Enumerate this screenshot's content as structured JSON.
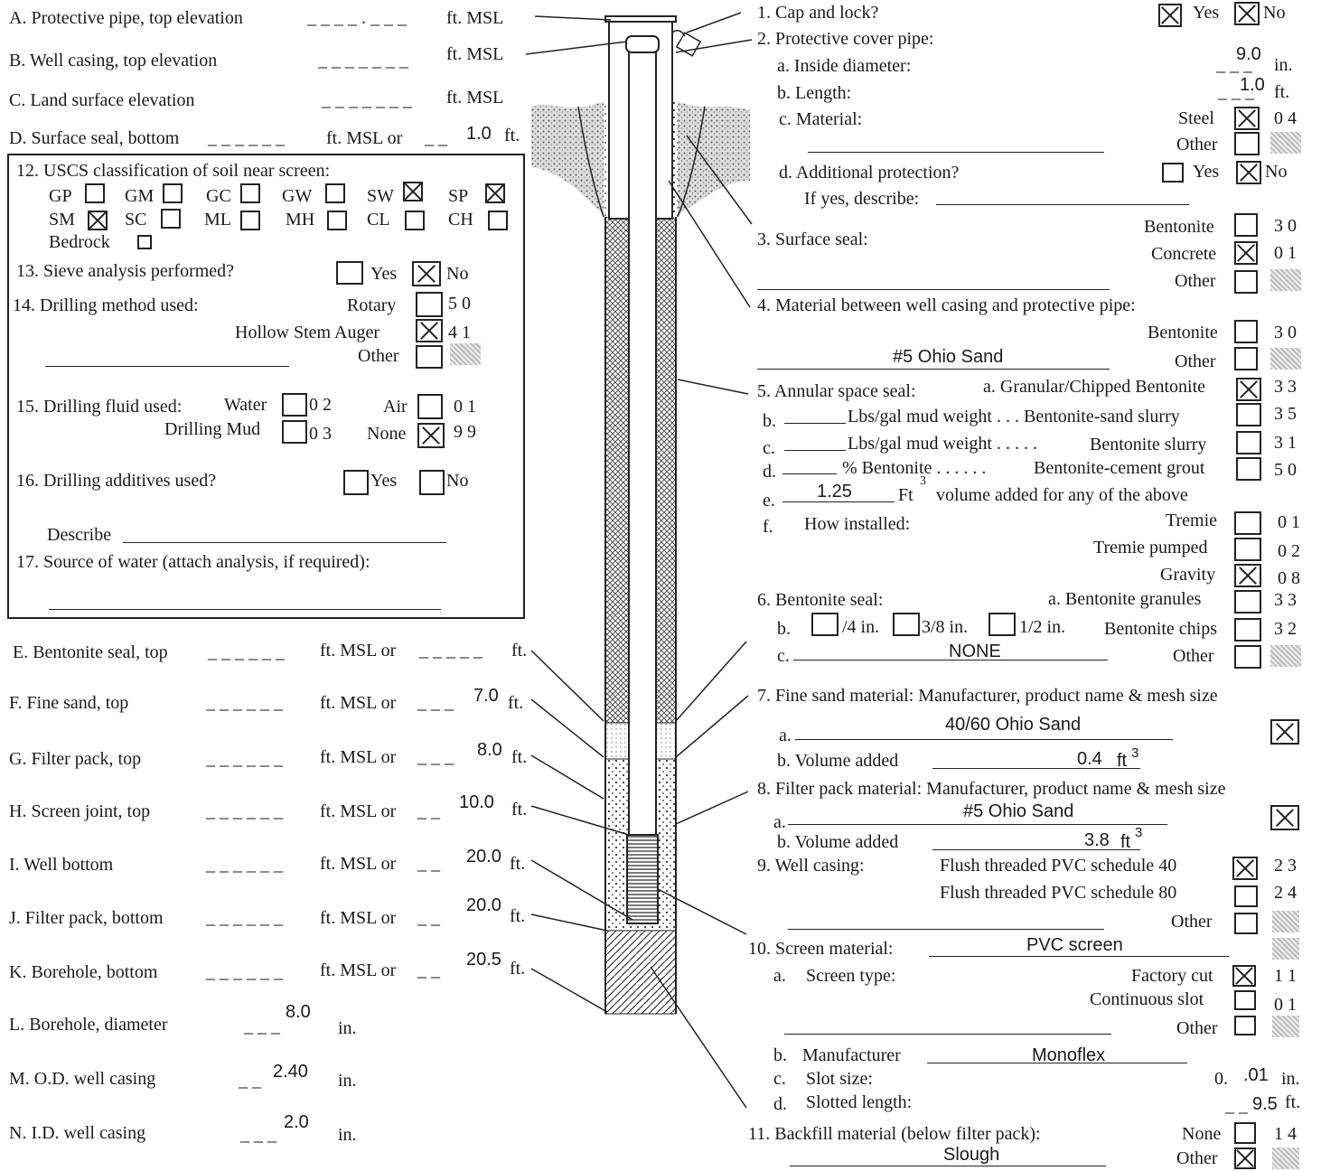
{
  "left": {
    "A": {
      "label": "A. Protective pipe, top elevation",
      "unit": "ft. MSL"
    },
    "B": {
      "label": "B. Well casing, top elevation",
      "unit": "ft. MSL"
    },
    "C": {
      "label": "C. Land surface elevation",
      "unit": "ft. MSL"
    },
    "D": {
      "label": "D. Surface seal, bottom",
      "unit": "ft. MSL or",
      "value": "1.0",
      "unit2": "ft."
    },
    "E": {
      "label": "E. Bentonite seal, top",
      "unit": "ft. MSL or",
      "value": "",
      "unit2": "ft."
    },
    "F": {
      "label": "F. Fine sand, top",
      "unit": "ft. MSL or",
      "value": "7.0",
      "unit2": "ft."
    },
    "G": {
      "label": "G. Filter pack, top",
      "unit": "ft. MSL or",
      "value": "8.0",
      "unit2": "ft."
    },
    "H": {
      "label": "H. Screen joint, top",
      "unit": "ft. MSL or",
      "value": "10.0",
      "unit2": "ft."
    },
    "I": {
      "label": "I. Well bottom",
      "unit": "ft. MSL or",
      "value": "20.0",
      "unit2": "ft."
    },
    "J": {
      "label": "J. Filter pack, bottom",
      "unit": "ft. MSL or",
      "value": "20.0",
      "unit2": "ft."
    },
    "K": {
      "label": "K. Borehole, bottom",
      "unit": "ft. MSL or",
      "value": "20.5",
      "unit2": "ft."
    },
    "L": {
      "label": "L. Borehole, diameter",
      "value": "8.0",
      "unit": "in."
    },
    "M": {
      "label": "M. O.D. well casing",
      "value": "2.40",
      "unit": "in."
    },
    "N": {
      "label": "N. I.D. well casing",
      "value": "2.0",
      "unit": "in."
    }
  },
  "box": {
    "q12": {
      "label": "12. USCS classification  of soil near screen:",
      "row1": [
        "GP",
        "GM",
        "GC",
        "GW",
        "SW",
        "SP"
      ],
      "row2": [
        "SM",
        "SC",
        "ML",
        "MH",
        "CL",
        "CH"
      ],
      "bedrock": "Bedrock"
    },
    "q13": {
      "label": "13. Sieve analysis performed?",
      "yes": "Yes",
      "no": "No"
    },
    "q14": {
      "label": "14. Drilling method used:",
      "rotary": "Rotary",
      "rotary_code": "5 0",
      "hsa": "Hollow Stem Auger",
      "hsa_code": "4 1",
      "other": "Other"
    },
    "q15": {
      "label": "15. Drilling fluid used:",
      "water": "Water",
      "water_code": "0 2",
      "air": "Air",
      "air_code": "0 1",
      "mud": "Drilling Mud",
      "mud_code": "0 3",
      "none": "None",
      "none_code": "9 9"
    },
    "q16": {
      "label": "16. Drilling additives used?",
      "yes": "Yes",
      "no": "No",
      "describe": "Describe"
    },
    "q17": {
      "label": "17. Source of water (attach analysis, if required):"
    }
  },
  "right": {
    "q1": {
      "label": "1. Cap and lock?",
      "yes": "Yes",
      "no": "No"
    },
    "q2": {
      "label": "2. Protective cover pipe:",
      "a": "a. Inside diameter:",
      "a_val": "9.0",
      "a_unit": "in.",
      "b": "b. Length:",
      "b_val": "1.0",
      "b_unit": "ft.",
      "c": "c. Material:",
      "steel": "Steel",
      "steel_code": "0 4",
      "other": "Other",
      "d": "d. Additional protection?",
      "d_yes": "Yes",
      "d_no": "No",
      "ifyes": "If yes, describe:"
    },
    "q3": {
      "label": "3. Surface seal:",
      "bentonite": "Bentonite",
      "bentonite_code": "3 0",
      "concrete": "Concrete",
      "concrete_code": "0 1",
      "other": "Other"
    },
    "q4": {
      "label": "4. Material between well casing and protective pipe:",
      "bentonite": "Bentonite",
      "bentonite_code": "3 0",
      "fill": "#5 Ohio Sand",
      "other": "Other"
    },
    "q5": {
      "label": "5. Annular space seal:",
      "a": "a. Granular/Chipped Bentonite",
      "a_code": "3 3",
      "b": "b.",
      "b_text": "Lbs/gal mud weight . . . Bentonite-sand slurry",
      "b_code": "3 5",
      "c": "c.",
      "c_text1": "Lbs/gal mud weight . . . . .",
      "c_text2": "Bentonite slurry",
      "c_code": "3 1",
      "d": "d.",
      "d_text1": "% Bentonite  . . . . . .",
      "d_text2": "Bentonite-cement grout",
      "d_code": "5 0",
      "e": "e.",
      "e_val": "1.25",
      "e_text": "volume added for any of the above",
      "e_unit": "Ft",
      "f": "f.",
      "f_text": "How installed:",
      "tremie": "Tremie",
      "tremie_code": "0 1",
      "pumped": "Tremie pumped",
      "pumped_code": "0 2",
      "gravity": "Gravity",
      "gravity_code": "0 8"
    },
    "q6": {
      "label": "6. Bentonite seal:",
      "a": "a. Bentonite granules",
      "a_code": "3 3",
      "b": "b.",
      "b1": "/4 in.",
      "b2": "3/8 in.",
      "b3": "1/2 in.",
      "chips": "Bentonite chips",
      "chips_code": "3 2",
      "c": "c.",
      "c_val": "NONE",
      "other": "Other"
    },
    "q7": {
      "label": "7. Fine sand material:   Manufacturer, product name & mesh size",
      "a": "a.",
      "a_val": "40/60 Ohio Sand",
      "b": "b.  Volume added",
      "b_val": "0.4",
      "b_unit": "ft"
    },
    "q8": {
      "label": "8. Filter pack material:  Manufacturer, product name & mesh size",
      "a": "a.",
      "a_val": "#5 Ohio Sand",
      "b": "b.  Volume added",
      "b_val": "3.8",
      "b_unit": "ft"
    },
    "q9": {
      "label": "9. Well casing:",
      "f40": "Flush threaded PVC schedule  40",
      "f40_code": "2 3",
      "f80": "Flush threaded PVC schedule  80",
      "f80_code": "2 4",
      "other": "Other"
    },
    "q10": {
      "label": "10. Screen material:",
      "val": "PVC screen",
      "a": "a.",
      "a_text": "Screen type:",
      "factory": "Factory cut",
      "factory_code": "1 1",
      "cont": "Continuous slot",
      "cont_code": "0 1",
      "other": "Other",
      "b": "b.",
      "b_text": "Manufacturer",
      "b_val": "Monoflex",
      "c": "c.",
      "c_text": "Slot size:",
      "c_pre": "0.",
      "c_val": ".01",
      "c_unit": "in.",
      "d": "d.",
      "d_text": "Slotted length:",
      "d_val": "9.5",
      "d_unit": "ft."
    },
    "q11": {
      "label": "11. Backfill material (below filter pack):",
      "val": "Slough",
      "none": "None",
      "none_code": "1 4",
      "other": "Other"
    }
  }
}
